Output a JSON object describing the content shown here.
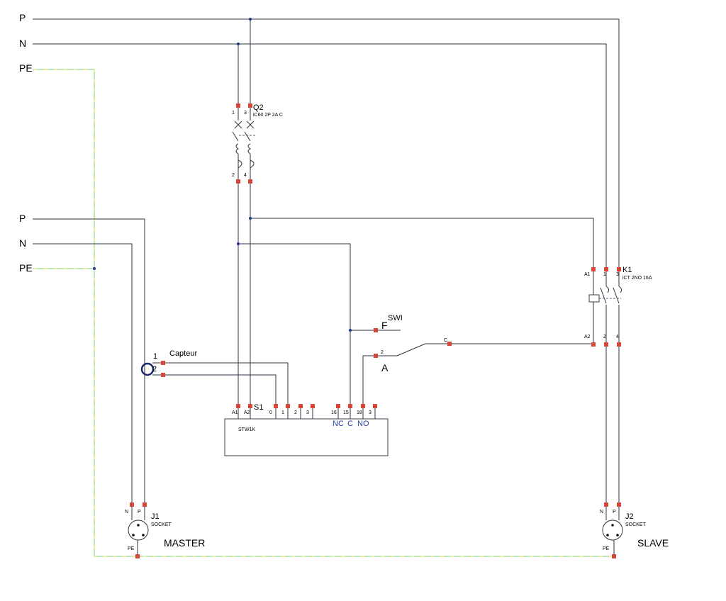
{
  "rails": {
    "P": "P",
    "N": "N",
    "PE": "PE"
  },
  "q2": {
    "ref": "Q2",
    "type": "iC60 2P 2A C",
    "pins": [
      "1",
      "3",
      "2",
      "4"
    ]
  },
  "k1": {
    "ref": "K1",
    "type": "iCT 2NO 16A",
    "pins": [
      "A1",
      "1",
      "3",
      "A2",
      "2",
      "4"
    ]
  },
  "s1": {
    "ref": "S1",
    "type": "STW1K",
    "pins": [
      "A1",
      "A2",
      "0",
      "1",
      "2",
      "3",
      "16",
      "15",
      "18",
      "3"
    ],
    "contact_labels": [
      "NC",
      "C",
      "NO"
    ]
  },
  "sensor": {
    "label": "Capteur",
    "pins": [
      "1",
      "2"
    ]
  },
  "swi": {
    "label": "SWI",
    "f_label": "F",
    "a_label": "A",
    "pin_2": "2",
    "pin_c": "C"
  },
  "j1": {
    "ref": "J1",
    "type": "SOCKET",
    "pins": [
      "N",
      "P",
      "PE"
    ],
    "name": "MASTER"
  },
  "j2": {
    "ref": "J2",
    "type": "SOCKET",
    "pins": [
      "N",
      "P",
      "PE"
    ],
    "name": "SLAVE"
  },
  "colors": {
    "wire": "#2e3440",
    "terminal": "#d6473a",
    "junction": "#1f3b8a",
    "pe_wire": "#c8dc4a",
    "contact_label": "#1f3fa6"
  }
}
